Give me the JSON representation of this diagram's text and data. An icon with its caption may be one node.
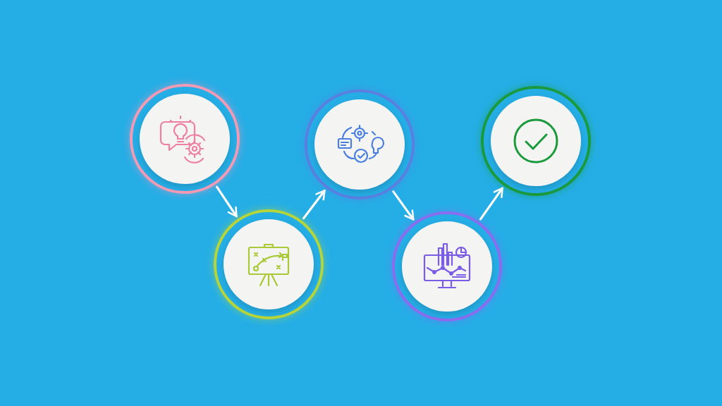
{
  "diagram": {
    "nodes": [
      {
        "text": [],
        "shape": "circle"
      },
      {
        "text": [],
        "shape": "circle"
      },
      {
        "text": [],
        "shape": "circle"
      },
      {
        "text": [],
        "shape": "circle"
      },
      {
        "text": [],
        "shape": "circle"
      }
    ],
    "edges": [
      {
        "from": 0,
        "to": 1,
        "arrow": "to"
      },
      {
        "from": 1,
        "to": 2,
        "arrow": "to"
      },
      {
        "from": 2,
        "to": 3,
        "arrow": "to"
      },
      {
        "from": 3,
        "to": 4,
        "arrow": "to"
      }
    ]
  }
}
